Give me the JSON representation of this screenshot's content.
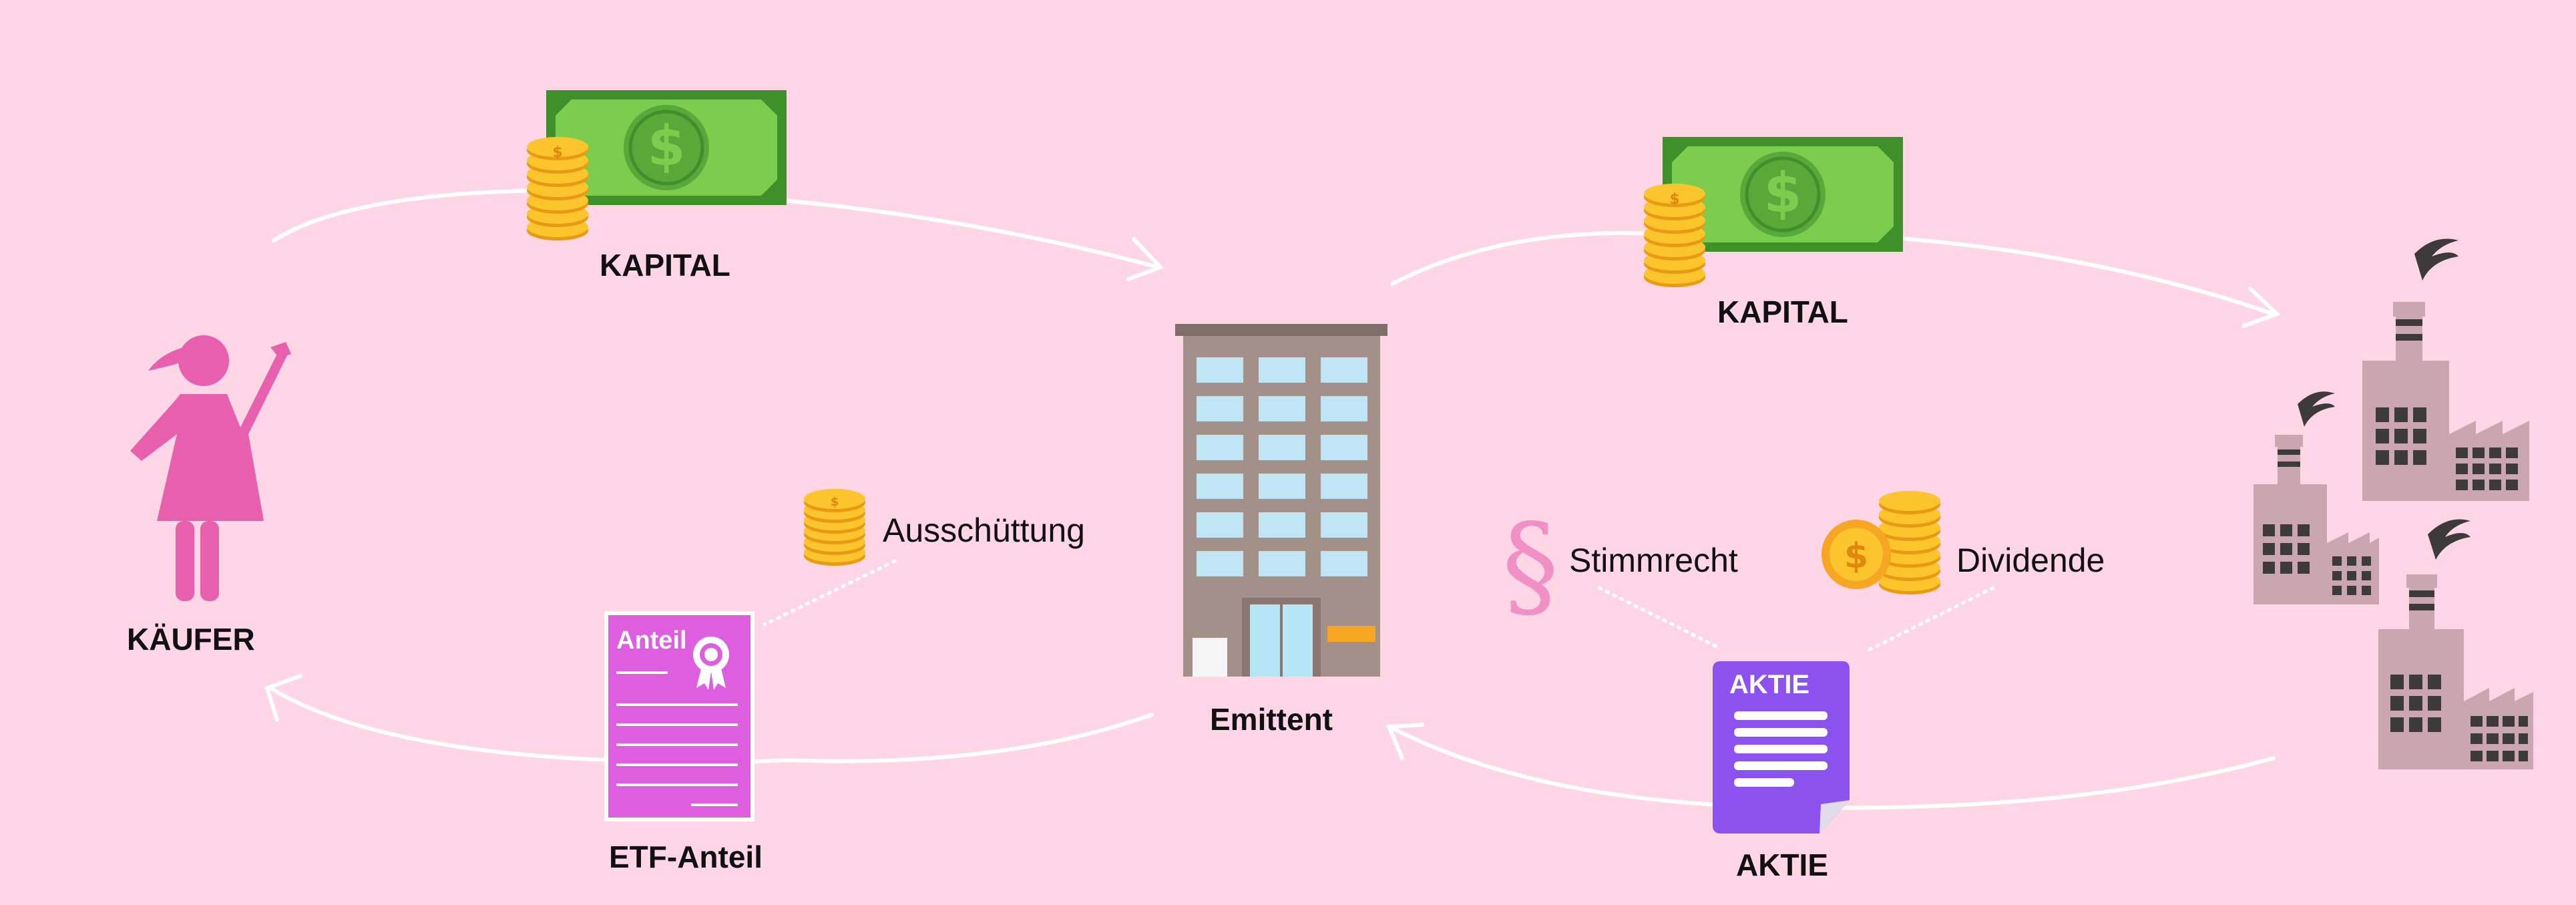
{
  "labels": {
    "kapital_left": "KAPITAL",
    "kapital_right": "KAPITAL",
    "kaeufer": "KÄUFER",
    "emittent": "Emittent",
    "etf_anteil": "ETF-Anteil",
    "aktie": "AKTIE",
    "ausschuettung": "Ausschüttung",
    "stimmrecht": "Stimmrecht",
    "dividende": "Dividende"
  },
  "icons": {
    "certificate_title": "Anteil",
    "document_title": "AKTIE",
    "banknote_symbol": "$",
    "coin_symbol": "$",
    "paragraph_symbol": "§"
  },
  "colors": {
    "background": "#ffd6e6",
    "arrows": "#ffffff",
    "banknote": "#7ccc4e",
    "banknote_dark": "#3f8f2a",
    "coin": "#f6b21d",
    "person": "#e85fae",
    "certificate": "#dd5fe0",
    "document": "#8b52f0",
    "building": "#a39088",
    "factory": "#c9a6b0",
    "factory_dark": "#3d3a3b",
    "paragraph": "#f090c4"
  }
}
